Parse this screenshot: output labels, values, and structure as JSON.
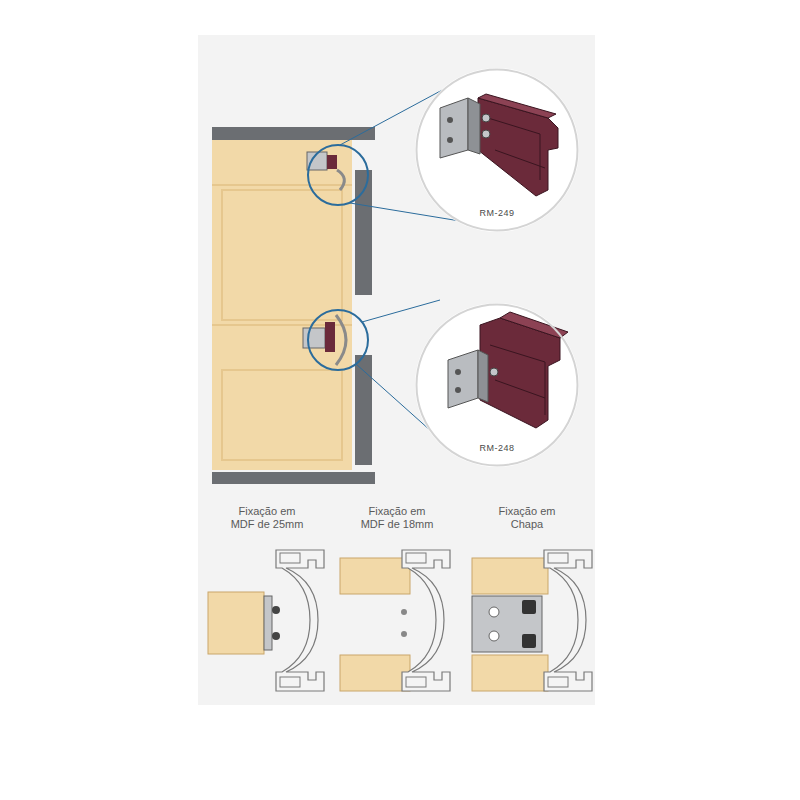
{
  "diagram": {
    "nodes": [
      {
        "text": [
          "RM-249"
        ]
      },
      {
        "text": [
          "RM-248"
        ]
      }
    ],
    "labels": [
      "Fixação em MDF de 25mm",
      "Fixação em MDF de 18mm",
      "Fixação em Chapa"
    ]
  }
}
